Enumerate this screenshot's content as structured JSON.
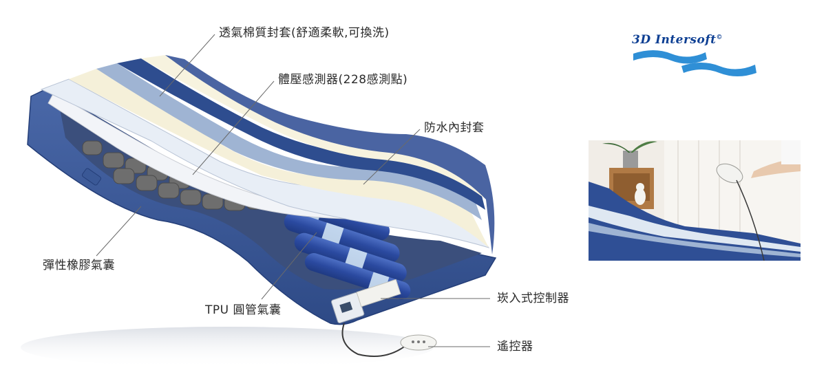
{
  "brand": {
    "name": "3D Intersoft",
    "mark": "©",
    "color": "#0d3f93",
    "wave_color": "#2f8fd6"
  },
  "callouts": {
    "cover": "透氣棉質封套(舒適柔軟,可換洗)",
    "pressure_sensor": "體壓感測器(228感測點)",
    "waterproof_inner": "防水內封套",
    "elastic_air_cells": "彈性橡膠氣囊",
    "tpu_tube_cells": "TPU 圓管氣囊",
    "embedded_controller": "崁入式控制器",
    "remote": "遙控器"
  },
  "colors": {
    "mattress_blue": "#3f5f9c",
    "mattress_dark": "#2c4680",
    "tube_blue": "#2f4fa8",
    "tube_light": "#cfe2f3",
    "rubber_gray": "#6b6b6b",
    "cover_stripe": "#4a64a2"
  }
}
